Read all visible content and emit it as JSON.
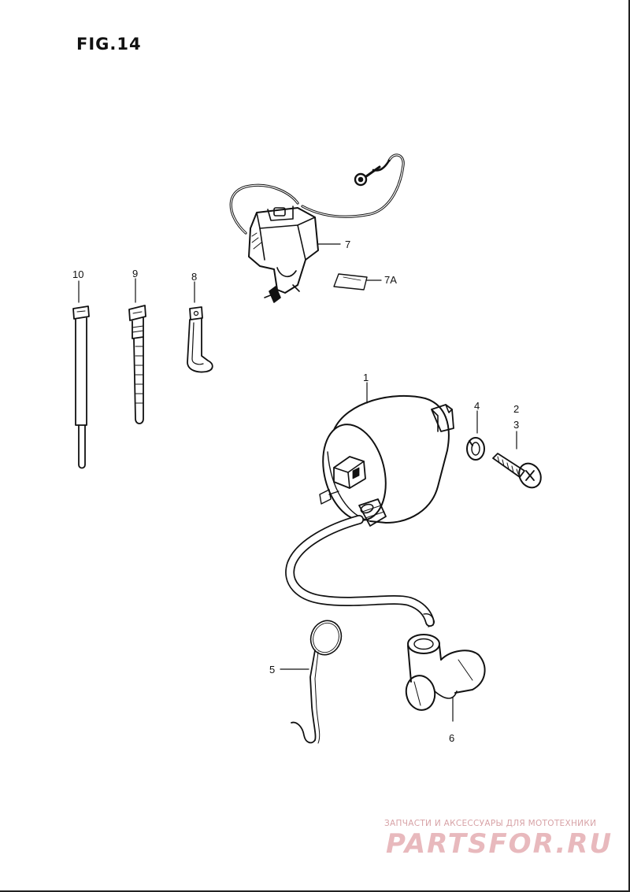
{
  "figure": {
    "title": "FIG.14"
  },
  "callouts": {
    "p1": "1",
    "p2": "2",
    "p3": "3",
    "p4": "4",
    "p5": "5",
    "p6": "6",
    "p7": "7",
    "p7a": "7A",
    "p8": "8",
    "p9": "9",
    "p10": "10"
  },
  "watermark": {
    "line1": "ЗАПЧАСТИ И АКСЕССУАРЫ ДЛЯ МОТОТЕХНИКИ",
    "line2": "PARTSFOR.RU",
    "color": "#e8b9bd"
  },
  "colors": {
    "ink": "#111111",
    "paper": "#ffffff"
  }
}
